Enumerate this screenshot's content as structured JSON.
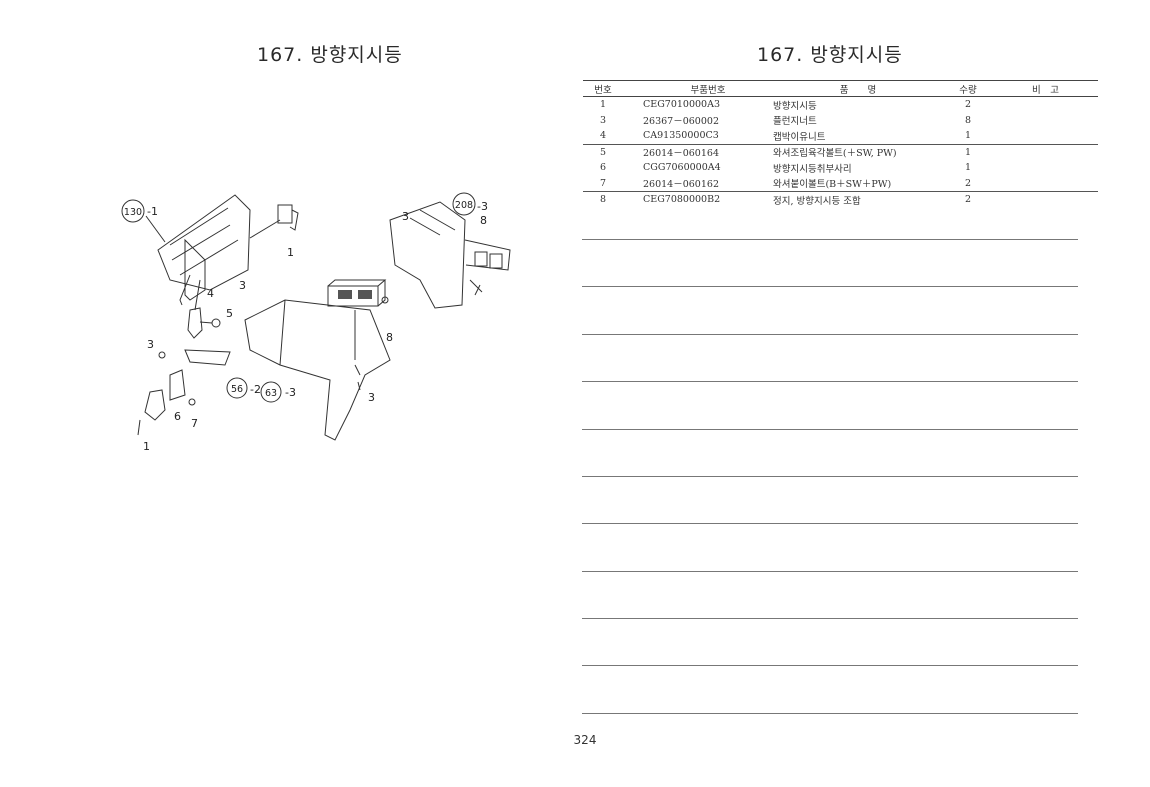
{
  "left_page": {
    "title": "167. 방향지시등"
  },
  "right_page": {
    "title": "167. 방향지시등",
    "table": {
      "headers": {
        "num": "번호",
        "part_no": "부품번호",
        "name": "품　　명",
        "qty": "수량",
        "note": "비　고"
      },
      "rows": [
        {
          "num": "1",
          "part_no": "CEG7010000A3",
          "name": "방향지시등",
          "qty": "2"
        },
        {
          "num": "3",
          "part_no": "26367－060002",
          "name": "플런지너트",
          "qty": "8"
        },
        {
          "num": "4",
          "part_no": "CA91350000C3",
          "name": "캡박이유니트",
          "qty": "1"
        },
        {
          "num": "5",
          "part_no": "26014－060164",
          "name": "와셔조립육각볼트(＋SW, PW)",
          "qty": "1"
        },
        {
          "num": "6",
          "part_no": "CGG7060000A4",
          "name": "방향지시등취부사리",
          "qty": "1"
        },
        {
          "num": "7",
          "part_no": "26014－060162",
          "name": "와셔붙이볼트(B＋SW＋PW)",
          "qty": "2"
        },
        {
          "num": "8",
          "part_no": "CEG7080000B2",
          "name": "정지, 방향지시등 조합",
          "qty": "2"
        }
      ]
    }
  },
  "diagram": {
    "callouts": {
      "ref_130": "130",
      "ref_130_suffix": "-1",
      "ref_208": "208",
      "ref_208_suffix": "-3",
      "ref_56": "56",
      "ref_56_suffix": "-2",
      "ref_63": "63",
      "ref_63_suffix": "-3",
      "n1a": "1",
      "n1b": "1",
      "n3a": "3",
      "n3b": "3",
      "n3c": "3",
      "n3d": "3",
      "n4": "4",
      "n5": "5",
      "n6": "6",
      "n7": "7",
      "n8a": "8",
      "n8b": "8"
    }
  },
  "page_number": "324"
}
